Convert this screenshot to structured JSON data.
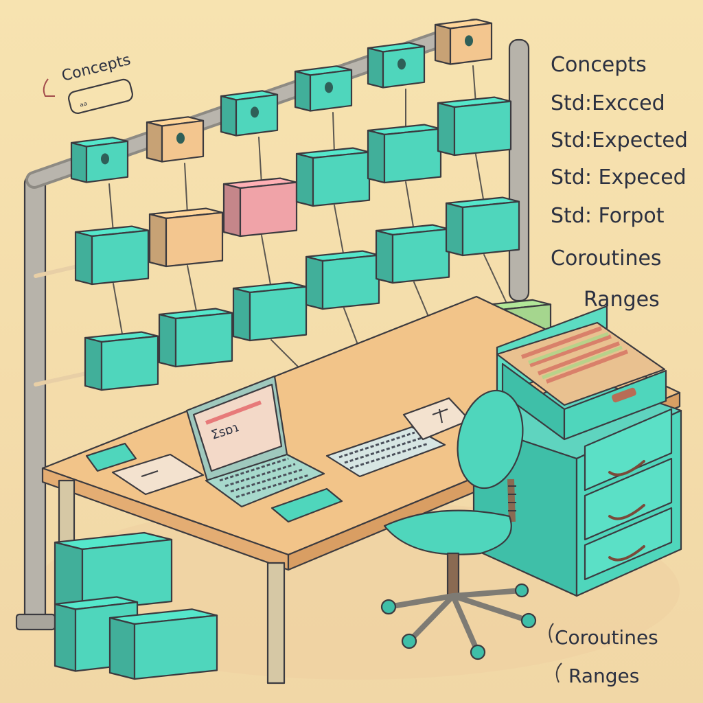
{
  "colors": {
    "background": "#f7e3b0",
    "cube_teal": "#4fd6bc",
    "cube_peach": "#f3c68f",
    "cube_pink": "#f0a3a8",
    "cube_sage": "#a5d68e",
    "desk_top": "#f2c489",
    "cabinet": "#4fd6bc",
    "ink": "#3b3a3f"
  },
  "rail_label": {
    "title": "Concepts",
    "tag": "ᵃᵃ"
  },
  "side_labels": [
    "Concepts",
    "Std:Excced",
    "Std:Expected",
    "Std: Expeced",
    "Std: Forpot",
    "Coroutines",
    "Ranges"
  ],
  "bottom_labels": [
    "Coroutines",
    "Ranges"
  ],
  "laptop_screen_text": "Ʃsɒɿ"
}
